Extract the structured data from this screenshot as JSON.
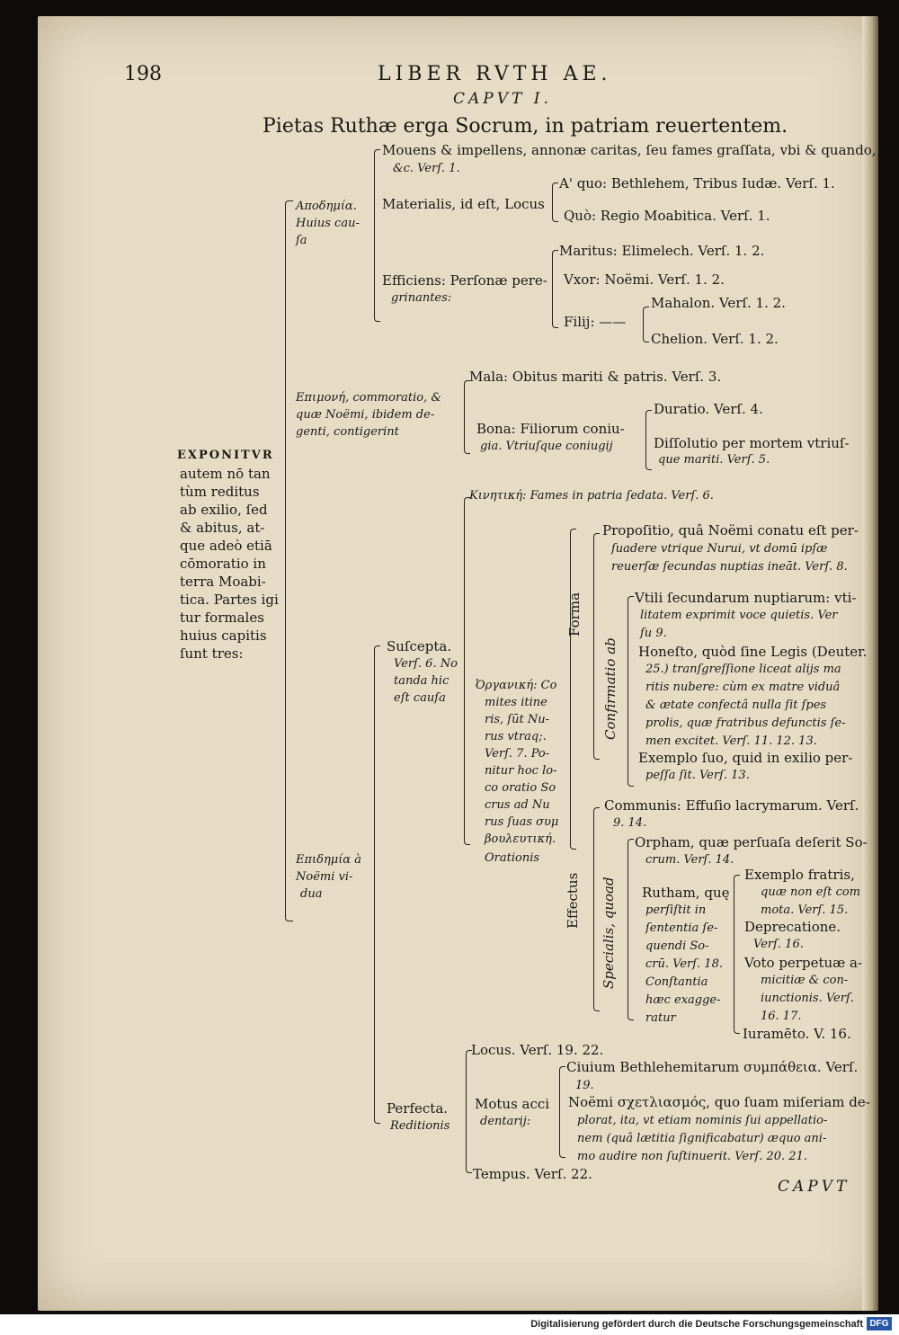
{
  "header": {
    "page_number": "198",
    "running_title": "LIBER RVTH AE.",
    "chapter": "CAPVT I.",
    "title": "Pietas Ruthæ erga Socrum, in patriam reuertentem."
  },
  "root": {
    "label": "EXPONITVR",
    "lines": [
      "autem nō tan",
      "tùm reditus",
      "ab exilio, ſed",
      "& abitus, at-",
      "que adeò etiā",
      "cōmoratio in",
      "terra Moabi-",
      "tica. Partes igi",
      "tur formales",
      "huius capitis",
      "ſunt tres:"
    ]
  },
  "part1": {
    "lines": [
      "Αποδημία.",
      "Huius cau-",
      "ſa"
    ],
    "moueus": [
      "Mouens & impellens, annonæ caritas, ſeu fames graſſata, vbi & quando,",
      "&c. Verſ. 1."
    ],
    "materialis": "Materialis, id eſt, Locus",
    "a_quo": "A' quo: Bethlehem, Tribus Iudæ. Verſ. 1.",
    "quo": "Quò: Regio Moabitica. Verſ. 1.",
    "efficiens": [
      "Efficiens: Perſonæ pere-",
      "grinantes:"
    ],
    "maritus": "Maritus: Elimelech. Verſ. 1. 2.",
    "vxor": "Vxor: Noëmi. Verſ. 1. 2.",
    "filij": "Filij: ——",
    "mahalon": "Mahalon. Verſ. 1. 2.",
    "chelion": "Chelion. Verſ. 1. 2."
  },
  "part2": {
    "lines": [
      "Επιμονή, commoratio, &",
      "quæ Noëmi, ibidem de-",
      "genti, contigerint"
    ],
    "mala": "Mala: Obitus mariti & patris. Verſ. 3.",
    "bona": [
      "Bona: Filiorum coniu-",
      "gia. Vtriuſque coniugij"
    ],
    "duratio": "Duratio. Verſ. 4.",
    "dissolutio": [
      "Diſſolutio per mortem vtriuſ-",
      "que mariti. Verſ. 5."
    ]
  },
  "part3": {
    "lines": [
      "Επιδημία à",
      "Noëmi vi-",
      "dua"
    ],
    "suscepta": [
      "Suſcepta.",
      "Verſ. 6. No",
      "tanda hic",
      "eſt cauſa"
    ],
    "kinetike": "Κινητική: Fames in patria ſedata. Verſ. 6.",
    "organike": [
      "Ὀργανική: Co",
      "mites itine",
      "ris, ſūt Nu-",
      "rus vtraq;.",
      "Verſ. 7. Po-",
      "nitur hoc lo-",
      "co oratio So",
      "crus ad Nu",
      "rus ſuas συμ",
      "βουλευτική.",
      "Orationis"
    ],
    "forma": "Forma",
    "propositio": [
      "Propoſitio, quâ Noëmi conatu eſt per-",
      "ſuadere vtrique Nurui, vt domū ipſæ",
      "reuerſæ ſecundas nuptias ineāt. Verſ. 8."
    ],
    "confirmatio": "Confirmatio ab",
    "vtili": [
      "Vtili ſecundarum nuptiarum: vti-",
      "litatem exprimit voce quietis. Ver",
      "ſu 9."
    ],
    "honesto": [
      "Honeſto, quòd ſine Legis (Deuter.",
      "25.) tranſgreſſione liceat alijs ma",
      "ritis nubere: cùm ex matre viduâ",
      "& ætate confectâ nulla ſit ſpes",
      "prolis, quæ fratribus defunctis ſe-",
      "men excitet. Verſ. 11. 12. 13."
    ],
    "exemplo_suo": [
      "Exemplo ſuo, quid in exilio per-",
      "peſſa ſit. Verſ. 13."
    ],
    "effectus": "Effectus",
    "communis": [
      "Communis: Effuſio lacrymarum. Verſ.",
      "9. 14."
    ],
    "specialis": "Specialis, quoad",
    "orpham": [
      "Orpham, quæ perſuaſa deſerit So-",
      "crum. Verſ. 14."
    ],
    "rutham": [
      "Rutham, quę",
      "perſiſtit in",
      "ſententia ſe-",
      "quendi So-",
      "crū. Verſ. 18.",
      "Conſtantia",
      "hæc exagge-",
      "ratur"
    ],
    "exemplo_fratris": [
      "Exemplo fratris,",
      "quæ non eſt com",
      "mota. Verſ. 15."
    ],
    "deprecatione": [
      "Deprecatione.",
      "Verſ. 16."
    ],
    "voto": [
      "Voto perpetuæ a-",
      "micitiæ & con-",
      "iunctionis. Verſ.",
      "16. 17."
    ],
    "iuramento": "Iuramēto. V. 16.",
    "perfecta": [
      "Perfecta.",
      "Reditionis"
    ],
    "locus": "Locus. Verſ. 19. 22.",
    "motus": [
      "Motus acci",
      "dentarij:"
    ],
    "ciuium": [
      "Ciuium Bethlehemitarum συμπάθεια. Verſ.",
      "19."
    ],
    "noemi": [
      "Noëmi σχετλιασμός, quo ſuam miſeriam de-",
      "plorat, ita, vt etiam nominis ſui appellatio-",
      "nem (quâ lætitia ſignificabatur) æquo ani-",
      "mo audire non ſuſtinuerit. Verſ. 20. 21."
    ],
    "tempus": "Tempus. Verſ. 22."
  },
  "catchword": "CAPVT",
  "footer": {
    "text": "Digitalisierung gefördert durch die Deutsche Forschungsgemeinschaft",
    "logo": "DFG"
  }
}
